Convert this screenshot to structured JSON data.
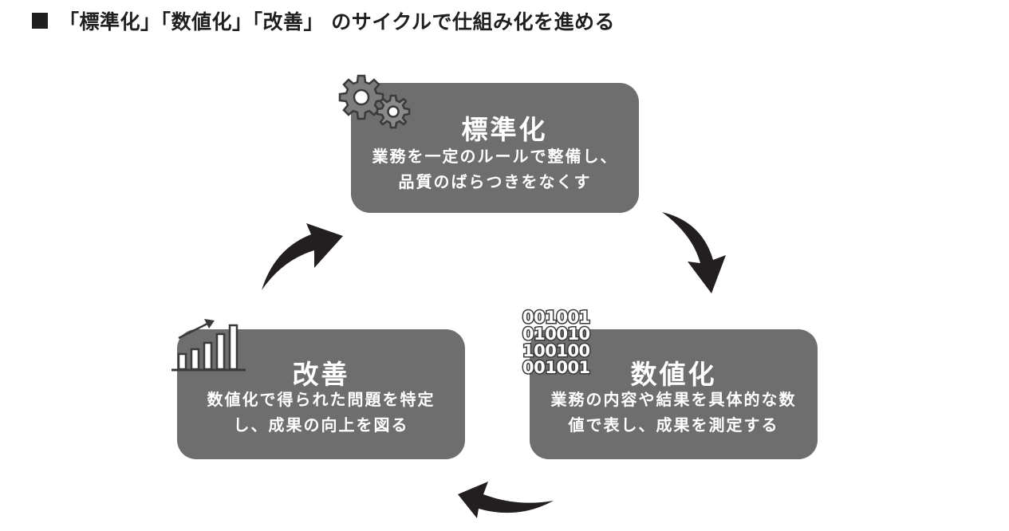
{
  "header": {
    "title": "「標準化」「数値化」「改善」 のサイクルで仕組み化を進める"
  },
  "cycle": {
    "standardize": {
      "title": "標準化",
      "description": [
        "業務を一定のルールで整備し、",
        "品質のばらつきをなくす"
      ],
      "icon": "gears-icon"
    },
    "quantify": {
      "title": "数値化",
      "description": [
        "業務の内容や結果を具体的な数",
        "値で表し、成果を測定する"
      ],
      "icon": "binary-code-icon",
      "binary": [
        "001001",
        "010010",
        "100100",
        "001001"
      ]
    },
    "improve": {
      "title": "改善",
      "description": [
        "数値化で得られた問題を特定",
        "し、成果の向上を図る"
      ],
      "icon": "growth-chart-icon"
    }
  },
  "colors": {
    "card": "#6e6e6e",
    "arrow": "#231f20",
    "text": "#ffffff"
  }
}
